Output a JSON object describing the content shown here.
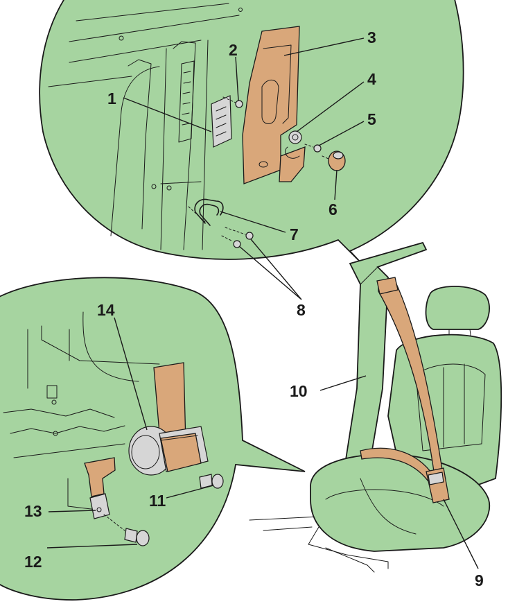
{
  "callouts": [
    {
      "id": "1",
      "label": "1"
    },
    {
      "id": "2",
      "label": "2"
    },
    {
      "id": "3",
      "label": "3"
    },
    {
      "id": "4",
      "label": "4"
    },
    {
      "id": "5",
      "label": "5"
    },
    {
      "id": "6",
      "label": "6"
    },
    {
      "id": "7",
      "label": "7"
    },
    {
      "id": "8",
      "label": "8"
    },
    {
      "id": "9",
      "label": "9"
    },
    {
      "id": "10",
      "label": "10"
    },
    {
      "id": "11",
      "label": "11"
    },
    {
      "id": "12",
      "label": "12"
    },
    {
      "id": "13",
      "label": "13"
    },
    {
      "id": "14",
      "label": "14"
    }
  ],
  "colors": {
    "bubble": "#a6d4a0",
    "belt": "#d9a77a",
    "line": "#1a1a1a"
  }
}
